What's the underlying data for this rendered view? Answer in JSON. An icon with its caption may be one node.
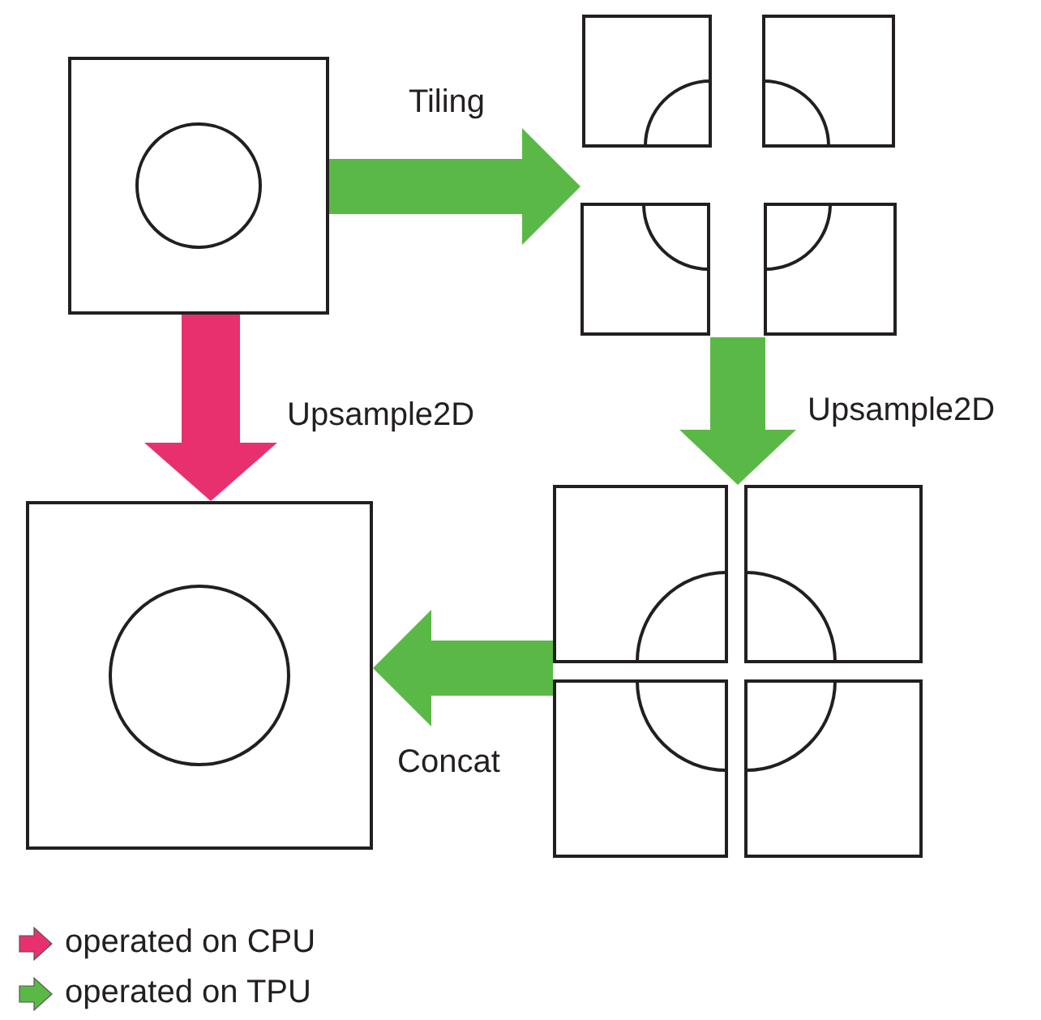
{
  "diagram": {
    "nodes": [
      {
        "text": [],
        "shape": "picture"
      },
      {
        "text": [],
        "shape": "picture"
      },
      {
        "text": [],
        "shape": "picture"
      },
      {
        "text": [],
        "shape": "picture"
      }
    ],
    "edges": [
      {
        "from": 0,
        "to": 1,
        "arrow": "to",
        "label": "Tiling"
      },
      {
        "from": 1,
        "to": 2,
        "arrow": "to",
        "label": "Upsample2D"
      },
      {
        "from": 2,
        "to": 3,
        "arrow": "to",
        "label": "Concat"
      },
      {
        "from": 0,
        "to": 3,
        "arrow": "to",
        "label": "Upsample2D",
        "color": "#e8306f"
      }
    ],
    "legend": [
      {
        "text": "operated on CPU",
        "color": "#e8306f"
      },
      {
        "text": "operated on TPU",
        "color": "#5ab946"
      }
    ]
  }
}
